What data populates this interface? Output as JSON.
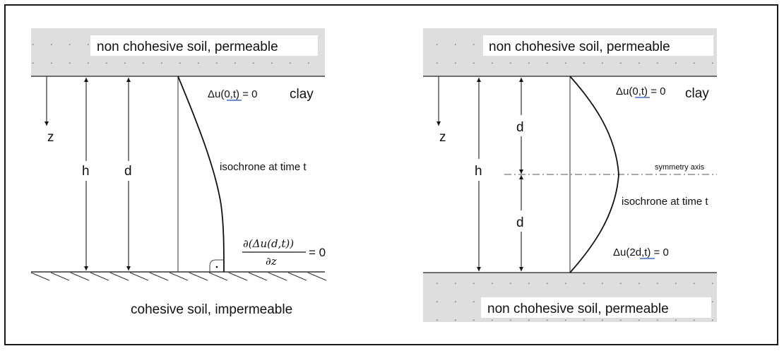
{
  "colors": {
    "soil_fill": "#dedede",
    "line": "#111111",
    "thin_line": "#555555",
    "underline": "#6f8fd6"
  },
  "left_panel": {
    "top_soil_label": "non chohesive soil, permeable",
    "bottom_soil_label": "cohesive soil, impermeable",
    "layer_label": "clay",
    "top_boundary_condition": {
      "prefix": "Δu(",
      "args": "0,t",
      "suffix": ") = 0"
    },
    "bottom_boundary_condition": {
      "numerator": "∂(Δu(d,t))",
      "denominator": "∂z",
      "rhs": "= 0"
    },
    "curve_label": "isochrone at time t",
    "axis_label": "z",
    "dimension_h": "h",
    "dimension_d": "d"
  },
  "right_panel": {
    "top_soil_label": "non chohesive soil, permeable",
    "bottom_soil_label": "non chohesive soil, permeable",
    "layer_label": "clay",
    "top_boundary_condition": {
      "prefix": "Δu(",
      "args": "0,t",
      "suffix": ") = 0"
    },
    "bottom_boundary_condition": {
      "prefix": "Δu(2",
      "args": "d,t",
      "suffix": ") = 0"
    },
    "curve_label": "isochrone at time t",
    "symmetry_label": "symmetry axis",
    "axis_label": "z",
    "dimension_h": "h",
    "dimension_d_upper": "d",
    "dimension_d_lower": "d"
  }
}
